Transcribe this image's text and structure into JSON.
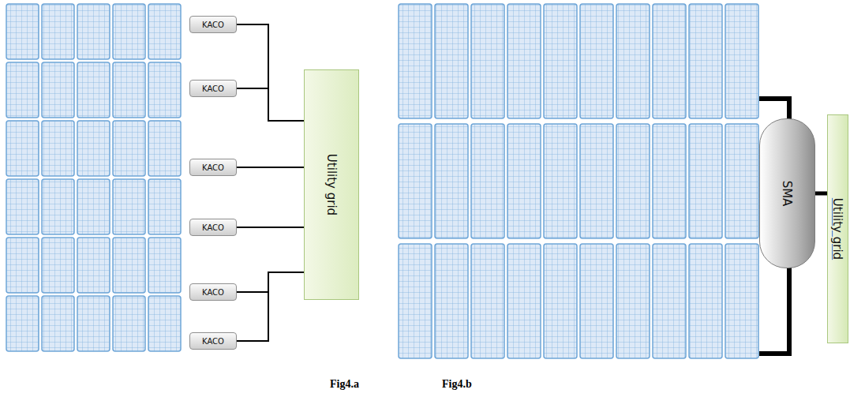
{
  "diagram": {
    "nodes": [
      {
        "text": [
          "KACO"
        ]
      },
      {
        "text": [
          "KACO"
        ]
      },
      {
        "text": [
          "KACO"
        ]
      },
      {
        "text": [
          "KACO"
        ]
      },
      {
        "text": [
          "KACO"
        ]
      },
      {
        "text": [
          "KACO"
        ]
      },
      {
        "text": [
          "Utility grid"
        ]
      },
      {
        "text": [
          "SMA"
        ]
      },
      {
        "text": [
          "Utility grid"
        ]
      }
    ],
    "edges": [
      {
        "from": 0,
        "to": 6,
        "arrow": "none"
      },
      {
        "from": 1,
        "to": 6,
        "arrow": "none"
      },
      {
        "from": 2,
        "to": 6,
        "arrow": "none"
      },
      {
        "from": 3,
        "to": 6,
        "arrow": "none"
      },
      {
        "from": 4,
        "to": 6,
        "arrow": "none"
      },
      {
        "from": 5,
        "to": 6,
        "arrow": "none"
      },
      {
        "from": 7,
        "to": 8,
        "arrow": "none"
      }
    ],
    "labels": [
      "Fig4.a",
      "Fig4.b"
    ]
  }
}
